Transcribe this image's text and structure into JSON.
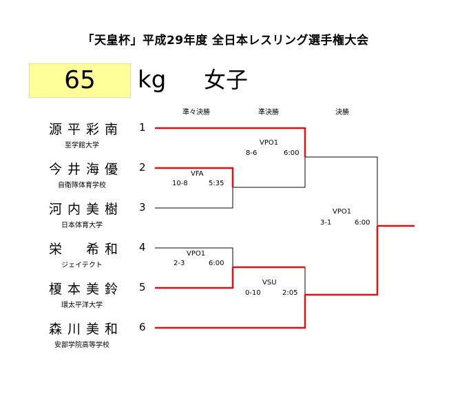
{
  "title": "「天皇杯」平成29年度 全日本レスリング選手権大会",
  "weight": "65",
  "unit": "kg",
  "category": "女子",
  "rounds": [
    "準々決勝",
    "準決勝",
    "決勝"
  ],
  "colors": {
    "winner_line": "#e01010",
    "loser_line": "#000000",
    "weight_bg": "#ffff99"
  },
  "competitors": [
    {
      "seed": "1",
      "name": "源平彩南",
      "school": "至学館大学"
    },
    {
      "seed": "2",
      "name": "今井海優",
      "school": "自衛隊体育学校"
    },
    {
      "seed": "3",
      "name": "河内美樹",
      "school": "日本体育大学"
    },
    {
      "seed": "4",
      "name": "栄　希和",
      "school": "ジェイテクト"
    },
    {
      "seed": "5",
      "name": "榎本美鈴",
      "school": "環太平洋大学"
    },
    {
      "seed": "6",
      "name": "森川美和",
      "school": "安部学院高等学校"
    }
  ],
  "results": {
    "qf_top": {
      "type": "VFA",
      "score": "10-8",
      "time": "5:35"
    },
    "sf_top": {
      "type": "VPO1",
      "score": "8-6",
      "time": "6:00"
    },
    "qf_bottom": {
      "type": "VPO1",
      "score": "2-3",
      "time": "6:00"
    },
    "sf_bottom": {
      "type": "VSU",
      "score": "0-10",
      "time": "2:05"
    },
    "final": {
      "type": "VPO1",
      "score": "3-1",
      "time": "6:00"
    }
  }
}
